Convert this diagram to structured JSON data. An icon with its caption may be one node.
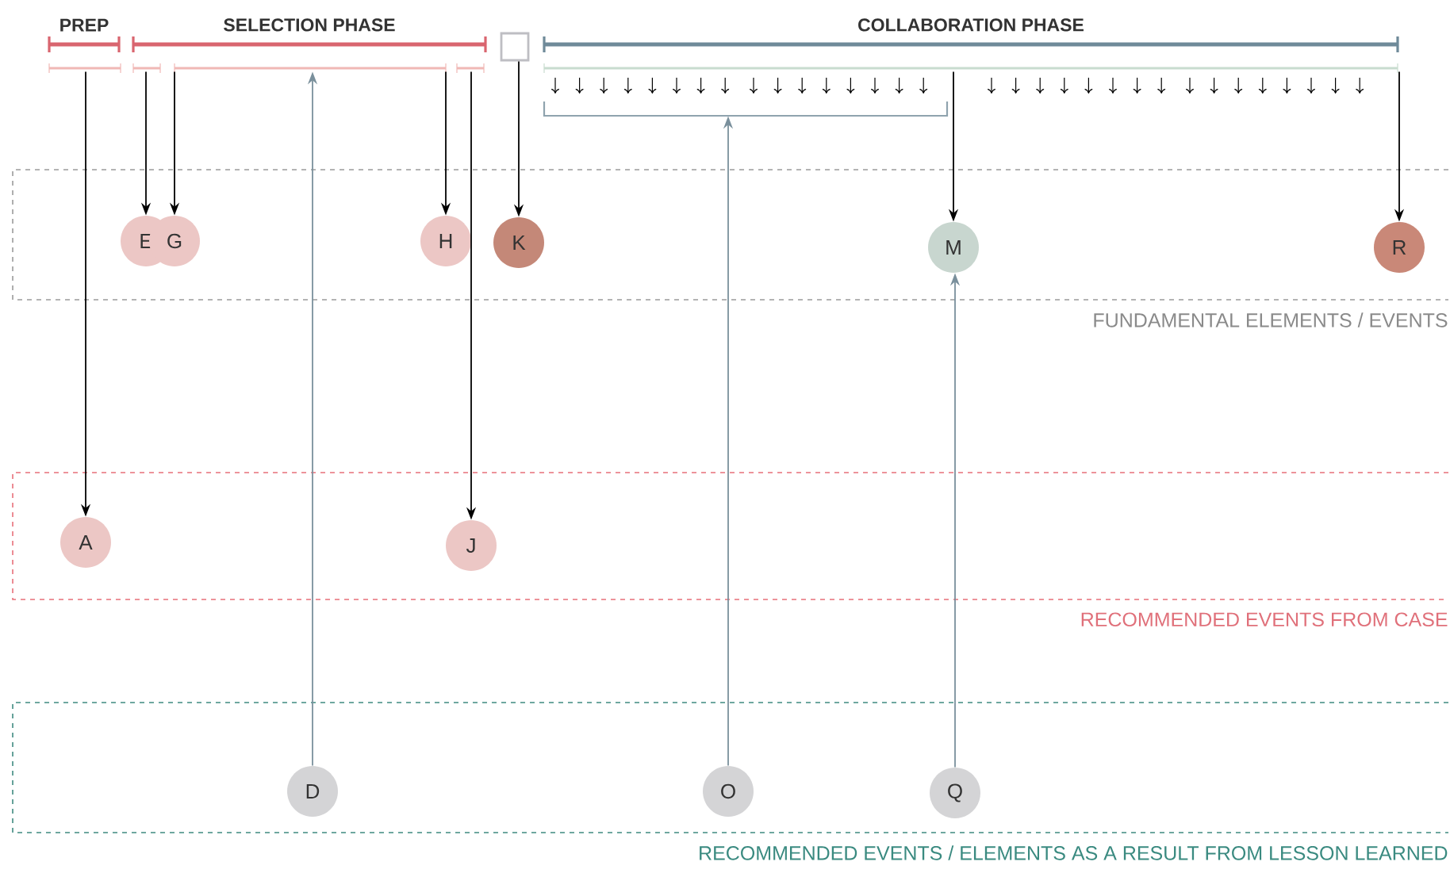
{
  "diagram": {
    "nodes": [
      {
        "text": [
          "PREP"
        ]
      },
      {
        "text": [
          "SELECTION PHASE"
        ]
      },
      {
        "text": [],
        "shape": "box"
      },
      {
        "text": [
          "COLLABORATION PHASE"
        ]
      },
      {
        "text": [],
        "shape": "bar"
      },
      {
        "text": [],
        "shape": "bar"
      },
      {
        "text": [],
        "shape": "bar"
      },
      {
        "text": [],
        "shape": "bar"
      },
      {
        "text": [],
        "shape": "bar"
      },
      {
        "text": [],
        "shape": "bracket"
      },
      {
        "text": [
          "FUNDAMENTAL ELEMENTS / EVENTS"
        ]
      },
      {
        "text": [
          "E"
        ],
        "in": 10
      },
      {
        "text": [
          "G"
        ],
        "in": 10
      },
      {
        "text": [
          "H"
        ],
        "in": 10
      },
      {
        "text": [
          "K"
        ],
        "in": 10
      },
      {
        "text": [
          "M"
        ],
        "in": 10
      },
      {
        "text": [
          "R"
        ],
        "in": 10
      },
      {
        "text": [
          "RECOMMENDED EVENTS FROM CASE"
        ]
      },
      {
        "text": [
          "A"
        ],
        "in": 17
      },
      {
        "text": [
          "J"
        ],
        "in": 17
      },
      {
        "text": [
          "RECOMMENDED EVENTS / ELEMENTS AS A RESULT FROM LESSON LEARNED"
        ]
      },
      {
        "text": [
          "D"
        ],
        "in": 20
      },
      {
        "text": [
          "O"
        ],
        "in": 20
      },
      {
        "text": [
          "Q"
        ],
        "in": 20
      }
    ],
    "edges": [
      {
        "from": 4,
        "to": 18,
        "arrow": "to"
      },
      {
        "from": 5,
        "to": 11,
        "arrow": "to"
      },
      {
        "from": 6,
        "to": 12,
        "arrow": "to"
      },
      {
        "from": 6,
        "to": 13,
        "arrow": "to"
      },
      {
        "from": 2,
        "to": 14,
        "arrow": "to"
      },
      {
        "from": 7,
        "to": 19,
        "arrow": "to"
      },
      {
        "from": 8,
        "to": 15,
        "arrow": "to"
      },
      {
        "from": 8,
        "to": 16,
        "arrow": "to"
      },
      {
        "from": 21,
        "to": 6,
        "arrow": "to",
        "color": "#7a909c"
      },
      {
        "from": 22,
        "to": 9,
        "arrow": "to",
        "color": "#7a909c"
      },
      {
        "from": 23,
        "to": 15,
        "arrow": "to",
        "color": "#7a909c"
      }
    ]
  }
}
